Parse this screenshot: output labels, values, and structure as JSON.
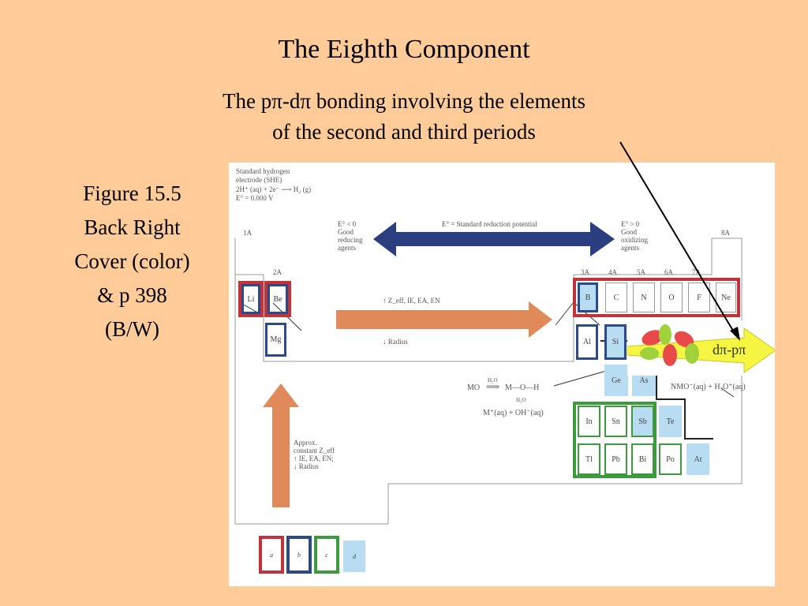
{
  "slide": {
    "title": "The Eighth Component",
    "subtitle_line1": "The pπ-dπ bonding involving the elements",
    "subtitle_line2": "of the second and third periods",
    "caption_lines": [
      "Figure 15.5",
      "Back Right",
      "Cover (color)",
      "& p 398",
      "(B/W)"
    ]
  },
  "figure": {
    "she_lines": [
      "Standard hydrogen",
      "electrode (SHE)",
      "2H⁺ (aq) + 2e⁻ ⟶ H₂ (g)",
      "E° = 0.000 V"
    ],
    "left_agents": [
      "E° < 0",
      "Good",
      "reducing",
      "agents"
    ],
    "right_agents": [
      "E° > 0",
      "Good",
      "oxidizing",
      "agents"
    ],
    "reduction_label": "E° = Standard reduction potential",
    "group_labels": [
      "1A",
      "2A",
      "3A",
      "4A",
      "5A",
      "6A",
      "7A",
      "8A"
    ],
    "zeff_label": "↑ Z_eff, IE, EA, EN",
    "radius_label": "↓ Radius",
    "approx_lines": [
      "Approx.",
      "constant Z_eff",
      "↑ IE, EA, EN;",
      "↓ Radius"
    ],
    "mo_label": "MO",
    "h2o_label": "H₂O",
    "moh_label": "M—O—H",
    "base_label": "M⁺(aq) + OH⁻(aq)",
    "nmo_label": "NMO⁻(aq) + H₃O⁺(aq)",
    "elements": [
      "Li",
      "Be",
      "Mg",
      "B",
      "C",
      "N",
      "O",
      "F",
      "Ne",
      "Al",
      "Si",
      "Ge",
      "As",
      "In",
      "Sn",
      "Sb",
      "Te",
      "Tl",
      "Pb",
      "Bi",
      "Po",
      "At"
    ],
    "legend_keys": [
      "a",
      "b",
      "c",
      "d"
    ],
    "overlay_label": "dπ-pπ"
  },
  "colors": {
    "background": "#FFCC99",
    "red_frame": "#C0333A",
    "blue_frame": "#2B4A8A",
    "green_frame": "#3E9A3E",
    "light_blue_fill": "#B8DCF2",
    "orange_arrow": "#E08A5A",
    "navy_arrow": "#2B3F80",
    "yellow_arrow": "#F5F542"
  }
}
